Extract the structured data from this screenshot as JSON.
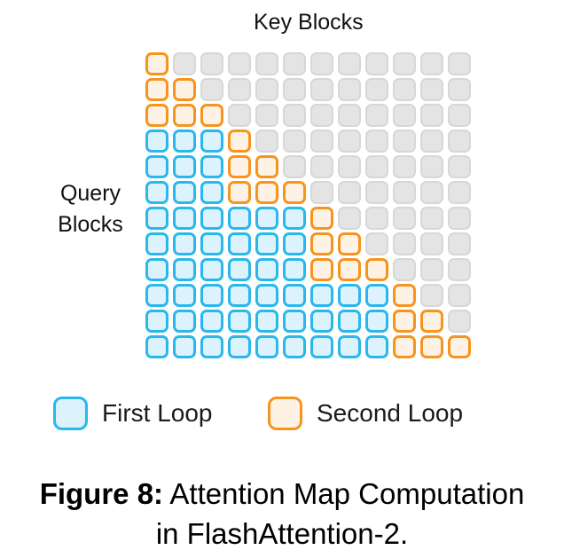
{
  "labels": {
    "key_blocks": "Key Blocks",
    "query_blocks_line1": "Query",
    "query_blocks_line2": "Blocks"
  },
  "grid": {
    "columns": 12,
    "rows_count": 12,
    "legend_key": {
      "B": "first-loop",
      "O": "second-loop",
      "G": "unused"
    },
    "rows": [
      "OGGGGGGGGGGG",
      "OOGGGGGGGGGG",
      "OOOGGGGGGGGG",
      "BBBOGGGGGGGG",
      "BBBOOGGGGGGG",
      "BBBOOOGGGGGG",
      "BBBBBBOGGGGG",
      "BBBBBBOOGGGG",
      "BBBBBBOOOGGG",
      "BBBBBBBBBOGG",
      "BBBBBBBBBOOG",
      "BBBBBBBBBOOO"
    ]
  },
  "legend": {
    "first_loop": "First Loop",
    "second_loop": "Second Loop"
  },
  "caption": {
    "label": "Figure 8:",
    "line1_rest": " Attention Map Computation",
    "line2": "in FlashAttention-2."
  },
  "colors": {
    "first_loop_border": "#29B8EC",
    "first_loop_fill": "#DCF2FC",
    "second_loop_border": "#F7941E",
    "second_loop_fill": "#FDF2E4",
    "unused_fill": "#E4E4E4",
    "unused_border": "#D7D7D7"
  }
}
